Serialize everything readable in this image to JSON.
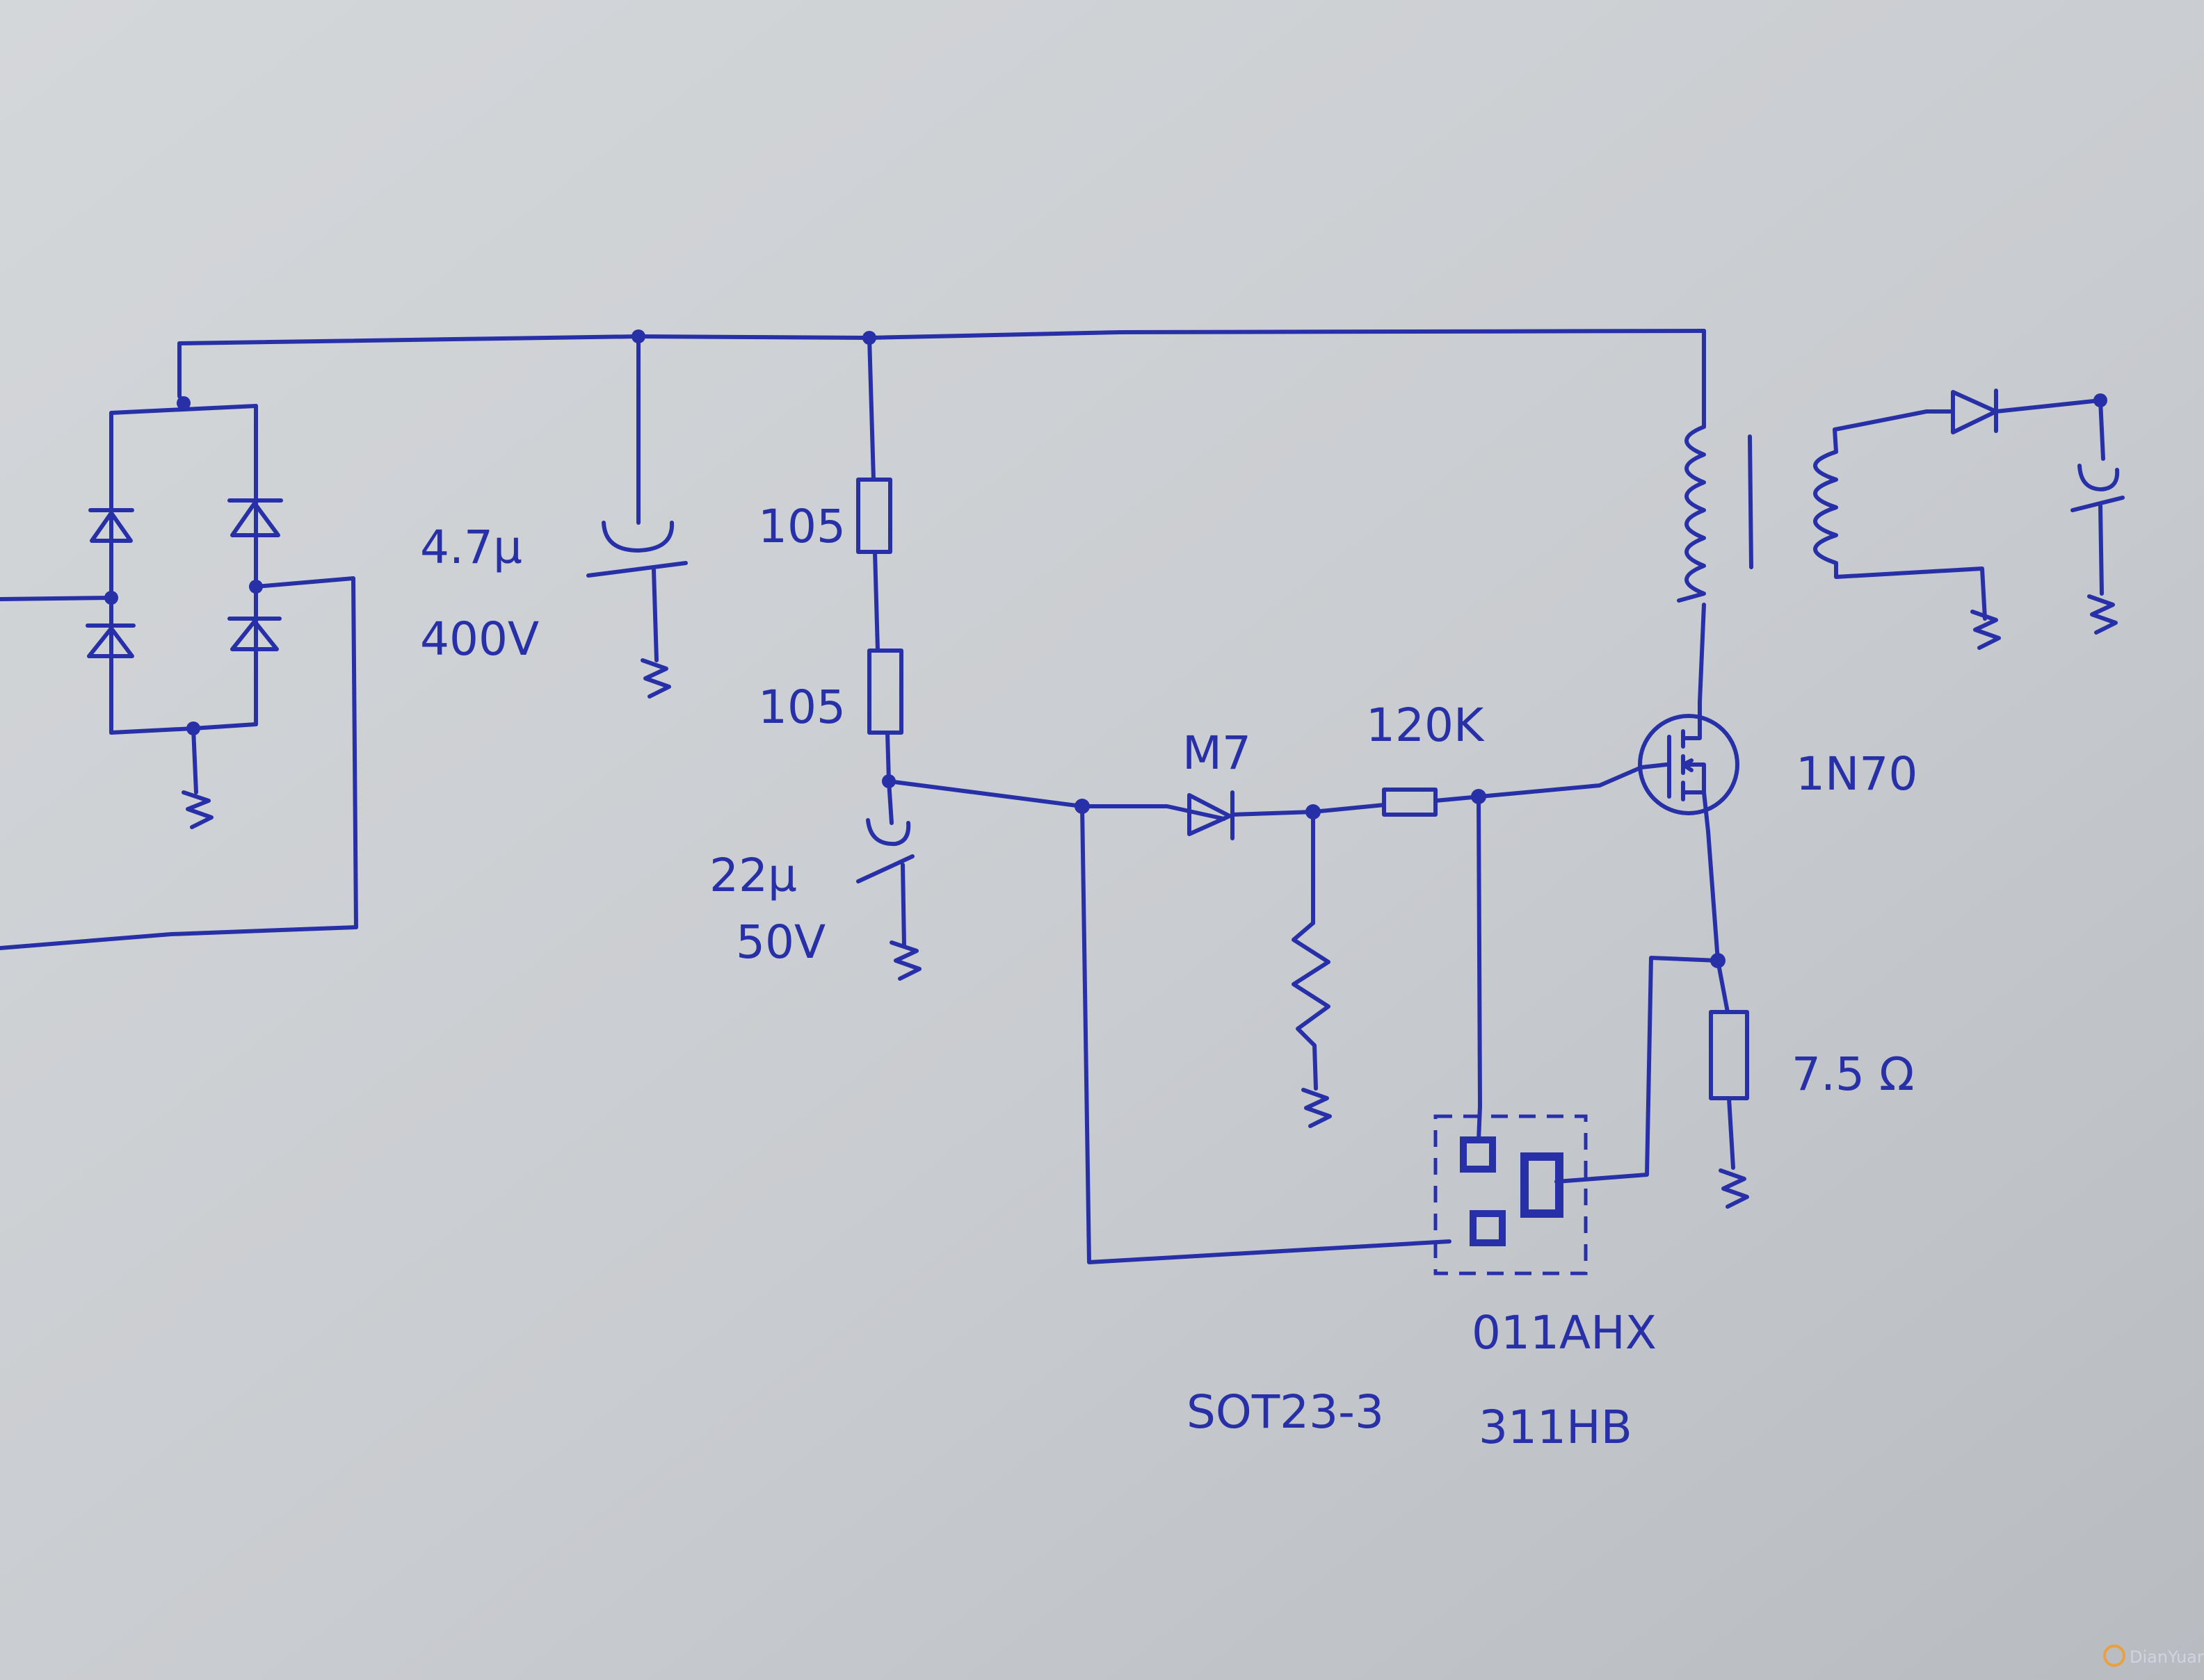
{
  "labels": {
    "c1_value": "4.7µ",
    "c1_voltage": "400V",
    "r1_value": "105",
    "r2_value": "105",
    "c2_value": "22µ",
    "c2_voltage": "50V",
    "diode_label": "M7",
    "r_series": "120K",
    "mosfet": "1N70",
    "r_sense": "7.5 Ω",
    "ic_mark_1": "011AHX",
    "ic_mark_2": "311HB",
    "package": "SOT23-3"
  },
  "watermark": "DianYuan.com",
  "colors": {
    "paper": "#c9cccf",
    "ink": "#2830a8"
  }
}
